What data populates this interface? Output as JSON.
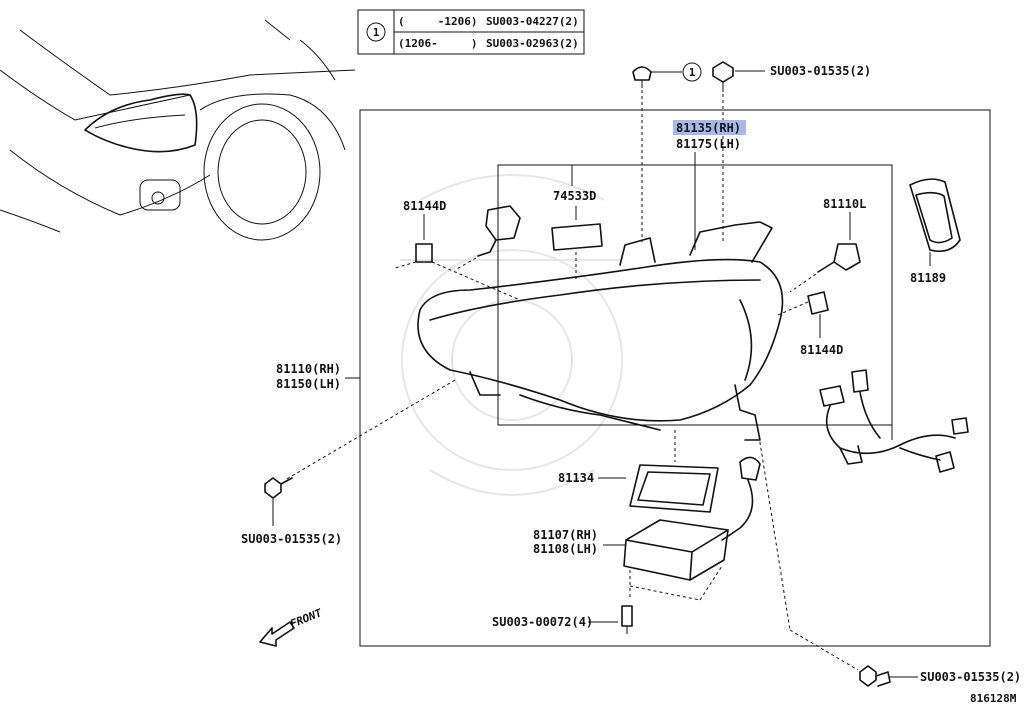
{
  "legend": {
    "symbol": "1",
    "rows": [
      {
        "range": "(     -1206)",
        "part": "SU003-04227(2)"
      },
      {
        "range": "(1206-     )",
        "part": "SU003-02963(2)"
      }
    ]
  },
  "callouts": {
    "marker_1": "1",
    "top_screw": "SU003-01535(2)",
    "lamp_rh": "81135(RH)",
    "lamp_lh": "81175(LH)",
    "p74533d": "74533D",
    "p81144d_left": "81144D",
    "p81110l": "81110L",
    "p81189": "81189",
    "p81144d_right": "81144D",
    "housing_rh": "81110(RH)",
    "housing_lh": "81150(LH)",
    "p81134": "81134",
    "ballast_rh": "81107(RH)",
    "ballast_lh": "81108(LH)",
    "left_screw": "SU003-01535(2)",
    "bottom_screw": "SU003-00072(4)",
    "bottom_right_screw": "SU003-01535(2)"
  },
  "front_label": "FRONT",
  "diagram_code": "816128M",
  "highlight_color": "#a9b8ea"
}
